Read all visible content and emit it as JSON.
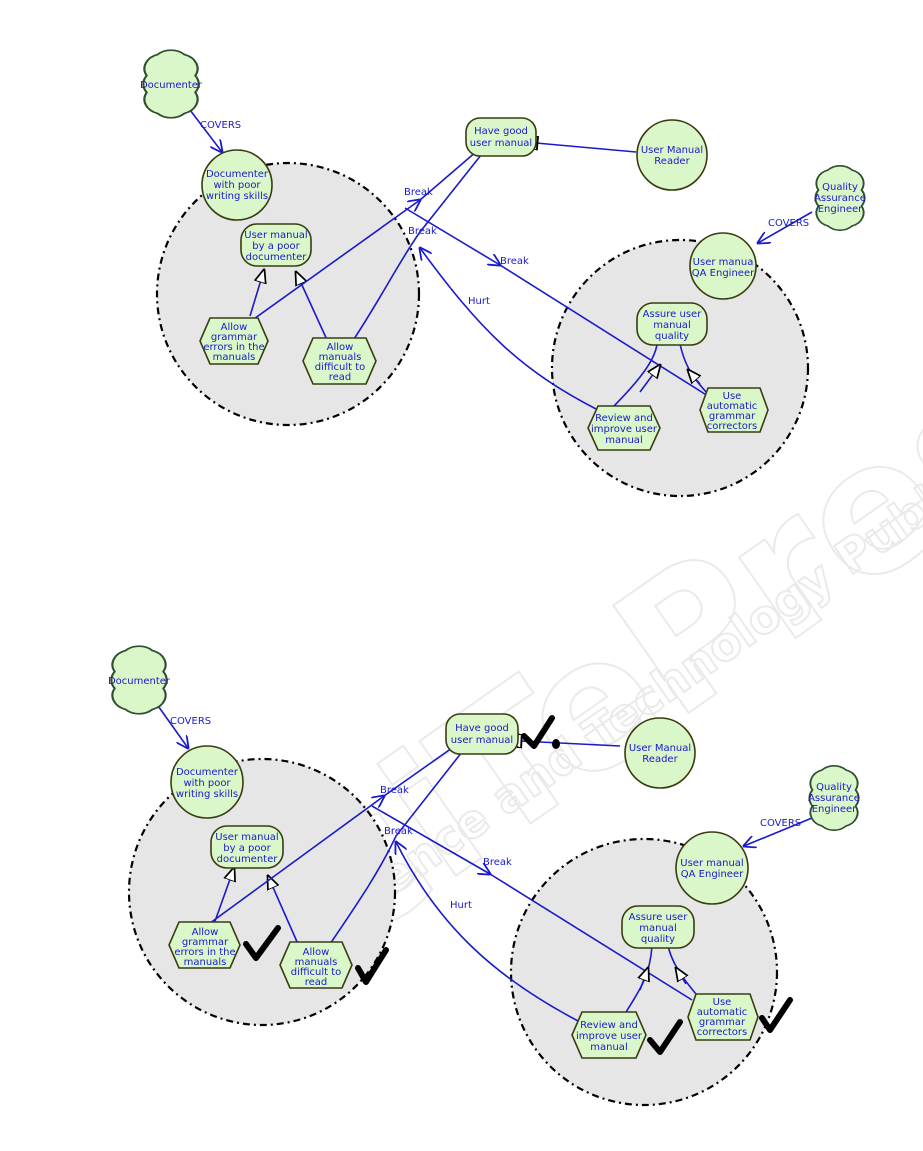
{
  "labels": {
    "documenter": "Documenter",
    "covers": "COVERS",
    "doc_poor_1": "Documenter",
    "doc_poor_2": "with poor",
    "doc_poor_3": "writing skills",
    "um_poor_1": "User manual",
    "um_poor_2": "by a poor",
    "um_poor_3": "documenter",
    "allow_gram_1": "Allow",
    "allow_gram_2": "grammar",
    "allow_gram_3": "errors in the",
    "allow_gram_4": "manuals",
    "allow_diff_1": "Allow",
    "allow_diff_2": "manuals",
    "allow_diff_3": "difficult to",
    "allow_diff_4": "read",
    "good_um_1": "Have good",
    "good_um_2": "user manual",
    "reader_1": "User Manual",
    "reader_2": "Reader",
    "qa_1": "Quality",
    "qa_2": "Assurance",
    "qa_3": "Engineer",
    "umqa_1a": "User manua",
    "umqa_1b": "User manual",
    "umqa_2": "QA Engineer",
    "assure_1": "Assure user",
    "assure_2": "manual",
    "assure_3": "quality",
    "review_1": "Review and",
    "review_2": "improve user",
    "review_3": "manual",
    "auto_1": "Use",
    "auto_2": "automatic",
    "auto_3": "grammar",
    "auto_4": "correctors",
    "break": "Break",
    "hurt": "Hurt"
  },
  "watermark": {
    "line1": "SciTePress",
    "line2": "Science and Technology Publications"
  },
  "colors": {
    "node_fill": "#d9f7c9",
    "link": "#1a1acc",
    "boundary_fill": "#e6e6e6"
  }
}
